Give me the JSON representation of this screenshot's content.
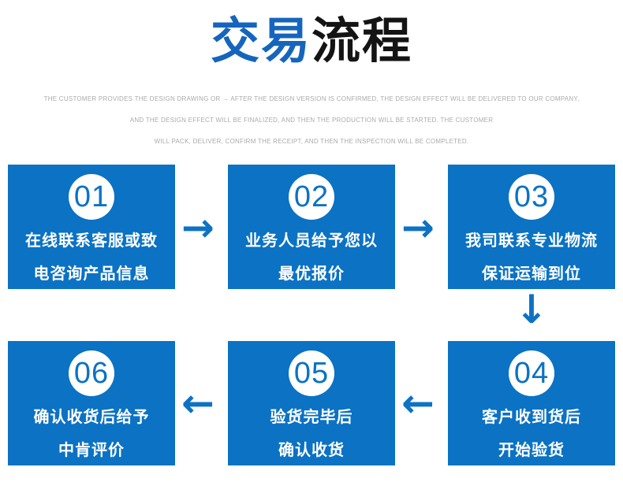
{
  "title": {
    "part_blue": "交易",
    "part_black": "流程"
  },
  "subtitle": {
    "lines": [
      "THE CUSTOMER PROVIDES THE DESIGN DRAWING OR → AFTER THE DESIGN VERSION IS CONFIRMED, THE DESIGN EFFECT WILL BE DELIVERED TO OUR COMPANY,",
      "AND THE DESIGN EFFECT WILL BE FINALIZED, AND THEN THE PRODUCTION WILL BE STARTED. THE CUSTOMER",
      "WILL PACK, DELIVER, CONFIRM THE RECEIPT, AND THEN THE INSPECTION WILL BE COMPLETED."
    ]
  },
  "steps": [
    {
      "number": "01",
      "line1": "在线联系客服或致",
      "line2": "电咨询产品信息"
    },
    {
      "number": "02",
      "line1": "业务人员给予您以",
      "line2": "最优报价"
    },
    {
      "number": "03",
      "line1": "我司联系专业物流",
      "line2": "保证运输到位"
    },
    {
      "number": "04",
      "line1": "客户收到货后",
      "line2": "开始验货"
    },
    {
      "number": "05",
      "line1": "验货完毕后",
      "line2": "确认收货"
    },
    {
      "number": "06",
      "line1": "确认收货后给予",
      "line2": "中肯评价"
    }
  ],
  "arrows": {
    "right": "→",
    "left": "←",
    "down": "↓"
  },
  "colors": {
    "box_blue": "#0b72c4",
    "arrow_blue": "#0e72c4",
    "title_blue": "#1565bd",
    "title_black": "#141414",
    "subtitle_gray": "#ababab"
  }
}
